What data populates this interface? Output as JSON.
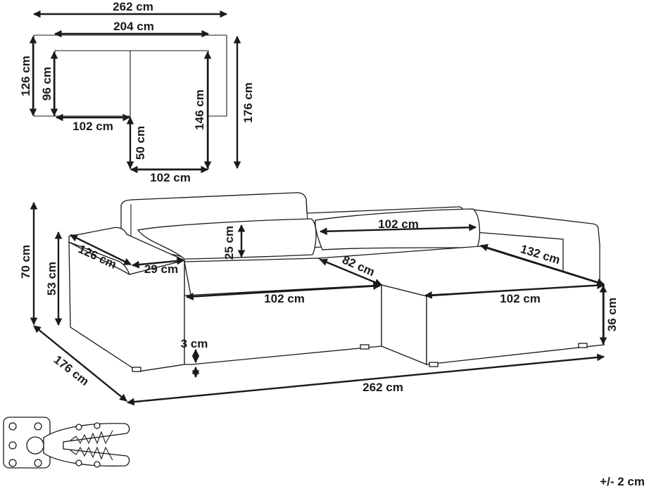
{
  "plan": {
    "width_total": "262 cm",
    "width_sofa": "204 cm",
    "depth_seat": "126 cm",
    "depth_back": "96 cm",
    "step_width": "102 cm",
    "step_depth": "50 cm",
    "chaise_width": "102 cm",
    "depth_chaise_inner": "146 cm",
    "depth_total": "176 cm"
  },
  "sofa": {
    "height_total": "70 cm",
    "height_arm": "53 cm",
    "armrest_depth": "126 cm",
    "armrest_width": "29 cm",
    "cushion_height": "25 cm",
    "back_cushion_width": "102 cm",
    "seat_depth": "82 cm",
    "chaise_depth": "132 cm",
    "seat_width": "102 cm",
    "chaise_width": "102 cm",
    "seat_height": "36 cm",
    "leg_height": "3 cm",
    "depth_total": "176 cm",
    "width_total": "262 cm"
  },
  "tolerance": "+/- 2 cm"
}
